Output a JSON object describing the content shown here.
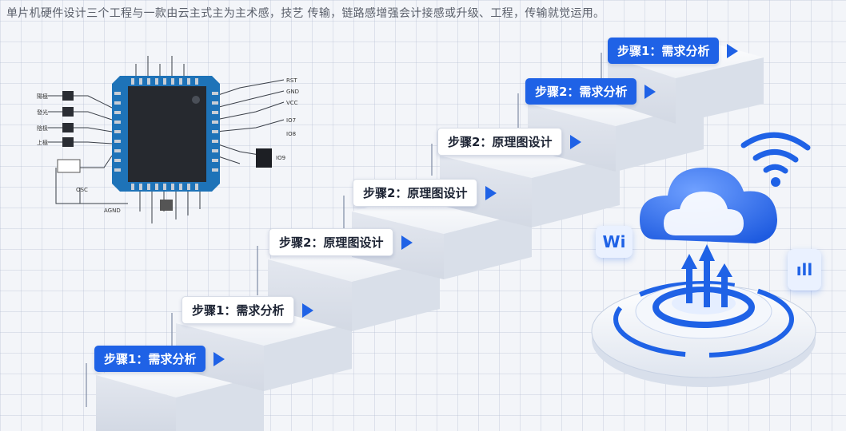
{
  "headline": "单片机硬件设计三个工程与一款由云主式主为主术感，技艺 传输，链路感增强会计接感或升级、工程，传输就觉运用。",
  "steps": [
    {
      "label": "步骤1：需求分析",
      "style": "blue"
    },
    {
      "label": "步骤1：需求分析",
      "style": "white"
    },
    {
      "label": "步骤2：原理图设计",
      "style": "white"
    },
    {
      "label": "步骤2：原理图设计",
      "style": "white"
    },
    {
      "label": "步骤2：原理图设计",
      "style": "white"
    },
    {
      "label": "步骤2：需求分析",
      "style": "blue"
    },
    {
      "label": "步骤1：需求分析",
      "style": "blue"
    }
  ],
  "chip": {
    "pin_labels_left": [
      "陽極",
      "發光",
      "陰极",
      "上極"
    ],
    "pin_labels_right": [
      "RST",
      "GND",
      "VCC",
      "IO7",
      "IO8",
      "IO9"
    ],
    "bottom_labels": [
      "OSC",
      "AGND"
    ]
  },
  "badges": {
    "wifi": "Wi",
    "chart": "ıll"
  },
  "colors": {
    "accent": "#1f62e6",
    "chip_board": "#1e73b8",
    "chip_body": "#26292f"
  }
}
